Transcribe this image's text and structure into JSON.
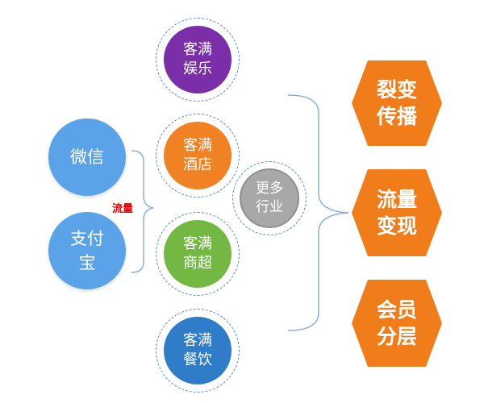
{
  "left_nodes": [
    {
      "line1": "微信",
      "line2": "",
      "color": "#5aa3e8"
    },
    {
      "line1": "支付",
      "line2": "宝",
      "color": "#5aa3e8"
    }
  ],
  "flow_label": "流量",
  "scenario_nodes": [
    {
      "line1": "客满",
      "line2": "娱乐",
      "color": "#7a2fa8"
    },
    {
      "line1": "客满",
      "line2": "酒店",
      "color": "#f08224"
    },
    {
      "line1": "客满",
      "line2": "商超",
      "color": "#72b843"
    },
    {
      "line1": "客满",
      "line2": "餐饮",
      "color": "#2f7dc8"
    }
  ],
  "more_node": {
    "line1": "更多",
    "line2": "行业",
    "color": "#a8a8a8"
  },
  "outcomes": [
    {
      "line1": "裂变",
      "line2": "传播",
      "color": "#f07d1a"
    },
    {
      "line1": "流量",
      "line2": "变现",
      "color": "#f07d1a"
    },
    {
      "line1": "会员",
      "line2": "分层",
      "color": "#f07d1a"
    }
  ]
}
